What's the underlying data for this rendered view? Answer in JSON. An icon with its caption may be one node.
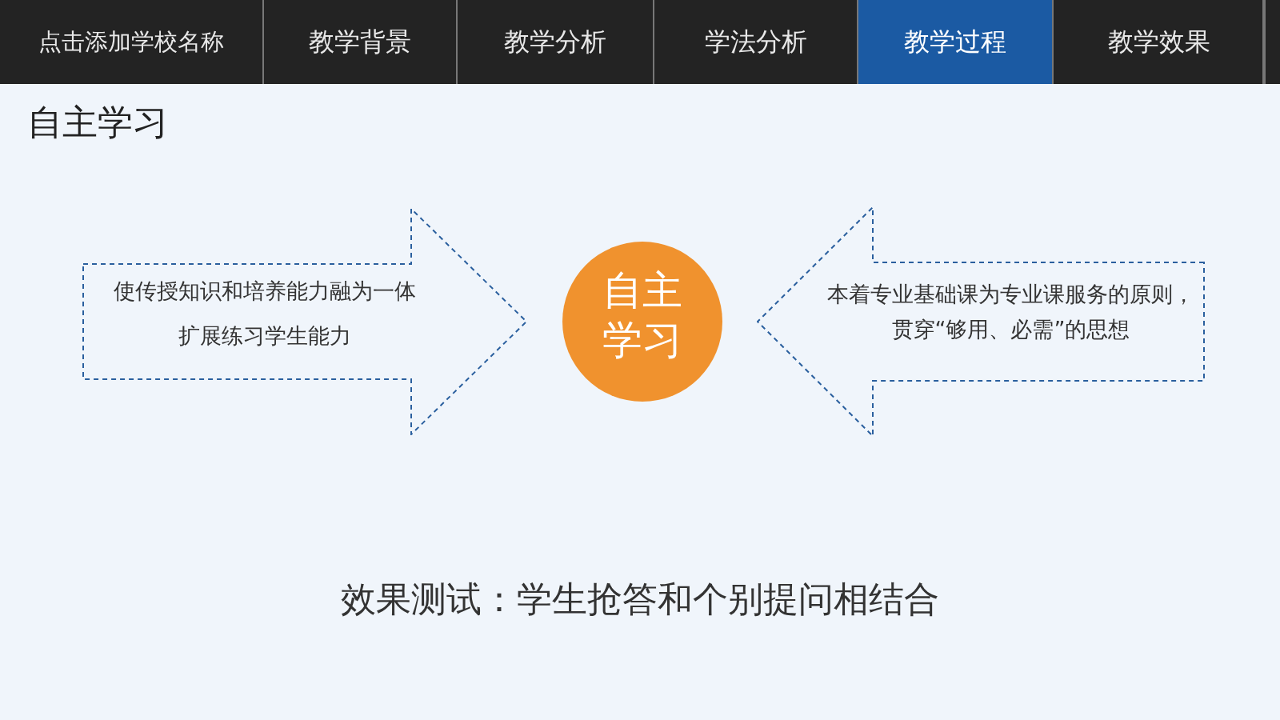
{
  "diagram": {
    "title": "自主学习",
    "nodes": [
      {
        "text": [
          "使传授知识和培养能力融为一体",
          "扩展练习学生能力"
        ]
      },
      {
        "text": [
          "自主学习"
        ]
      },
      {
        "text": [
          "本着专业基础课为专业课服务的原则，贯穿“够用、必需”的思想"
        ]
      }
    ],
    "labels": [
      "点击添加学校名称",
      "教学背景",
      "教学分析",
      "学法分析",
      "教学过程",
      "教学效果",
      "效果测试：学生抢答和个别提问相结合"
    ]
  }
}
